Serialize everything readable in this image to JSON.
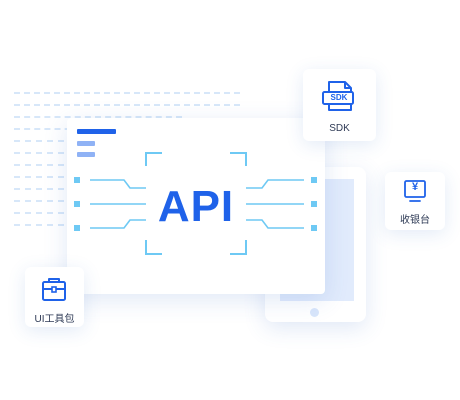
{
  "center": {
    "label": "API"
  },
  "tiles": {
    "sdk": {
      "label": "SDK",
      "icon": "sdk-document-icon",
      "badge": "SDK"
    },
    "cashier": {
      "label": "收银台",
      "icon": "cashier-icon",
      "glyph": "¥"
    },
    "ui_toolkit": {
      "label": "UI工具包",
      "icon": "toolbox-icon"
    }
  },
  "colors": {
    "primary": "#1f62e9",
    "light_blue": "#8fb2f5",
    "connector": "#6ec9f4",
    "panel": "#e1ebfc"
  }
}
